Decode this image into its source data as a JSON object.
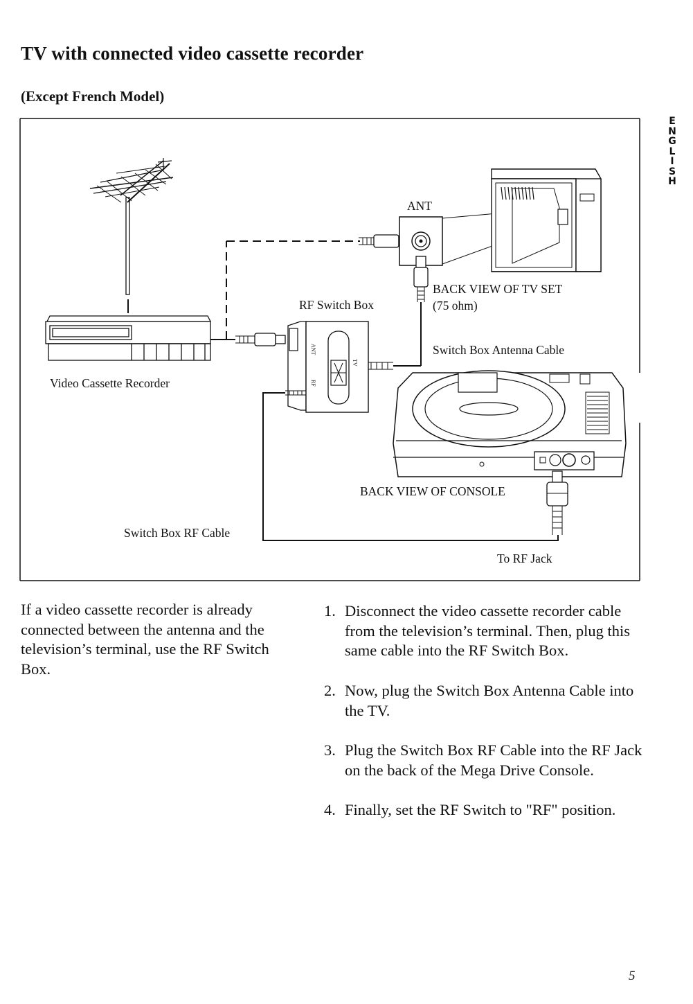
{
  "page": {
    "title": "TV with connected video cassette recorder",
    "subtitle": "(Except French Model)",
    "side_tab": [
      "E",
      "N",
      "G",
      "L",
      "I",
      "S",
      "H"
    ],
    "page_number": "5"
  },
  "diagram": {
    "labels": {
      "ant": "ANT",
      "back_view_tv": "BACK VIEW OF TV SET",
      "ohm": "(75 ohm)",
      "rf_switch_box": "RF Switch Box",
      "switch_box_antenna_cable": "Switch Box Antenna Cable",
      "video_cassette_recorder": "Video Cassette Recorder",
      "back_view_console": "BACK VIEW OF CONSOLE",
      "switch_box_rf_cable": "Switch Box RF Cable",
      "to_rf_jack": "To RF Jack",
      "switch_ant": "ANT",
      "switch_tv": "TV",
      "switch_rf": "RF"
    }
  },
  "text": {
    "intro": "If a video cassette recorder is already connected between the antenna and the television’s terminal, use the RF Switch Box.",
    "steps": [
      {
        "num": "1.",
        "text": "Disconnect the video cassette recorder cable from the television’s terminal. Then, plug this same cable into the RF Switch Box."
      },
      {
        "num": "2.",
        "text": "Now, plug the Switch Box Antenna Cable into the TV."
      },
      {
        "num": "3.",
        "text": "Plug the Switch Box RF Cable into the RF Jack on the back of the Mega Drive Console."
      },
      {
        "num": "4.",
        "text": "Finally, set the RF Switch to \"RF\" position."
      }
    ]
  }
}
